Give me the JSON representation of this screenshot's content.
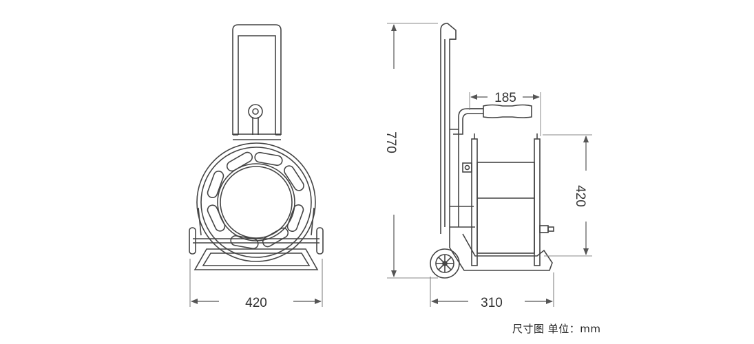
{
  "dimensions": {
    "front_width": "420",
    "side_depth": "310",
    "height": "770",
    "handle_width": "185",
    "drum_diameter": "420"
  },
  "caption": "尺寸图 单位：mm"
}
